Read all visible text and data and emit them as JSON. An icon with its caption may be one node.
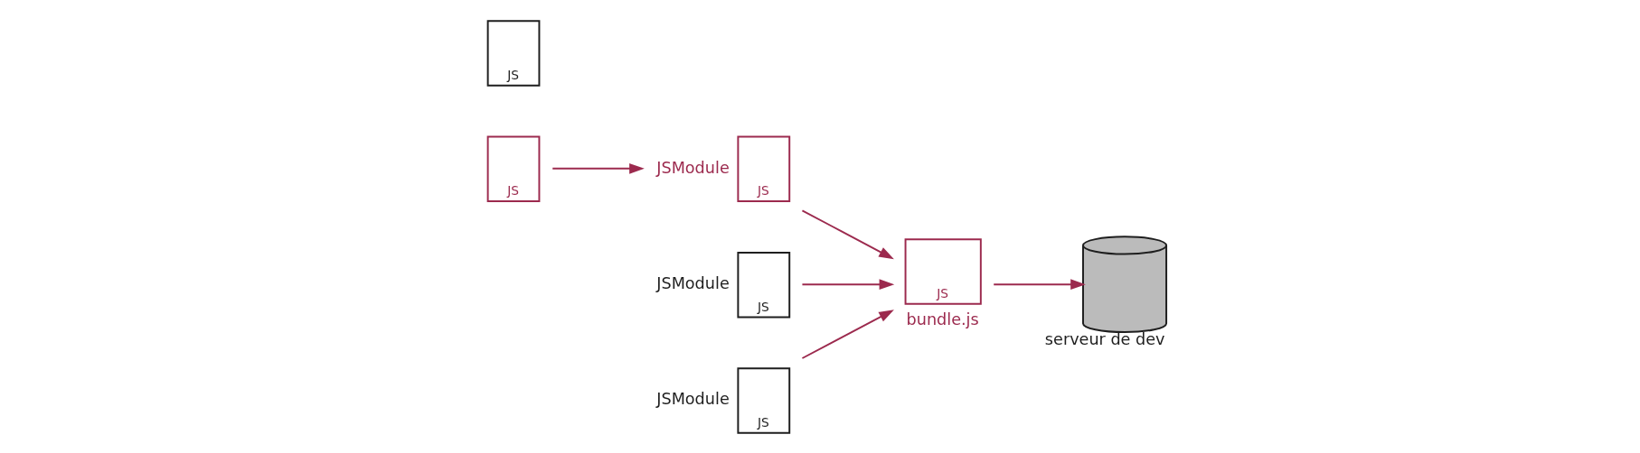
{
  "diagram": {
    "nodes": [
      {
        "text": [
          "JS"
        ]
      },
      {
        "text": [
          "JS"
        ]
      },
      {
        "text": [
          "JS"
        ],
        "beside": [
          "JSModule"
        ]
      },
      {
        "text": [
          "JS"
        ],
        "beside": [
          "JSModule"
        ]
      },
      {
        "text": [
          "JS"
        ],
        "beside": [
          "JSModule"
        ]
      },
      {
        "text": [
          "JS"
        ],
        "beside": [
          "bundle.js"
        ]
      },
      {
        "text": [],
        "shape": "cylinder",
        "beside": [
          "serveur de dev"
        ]
      }
    ],
    "edges": [
      {
        "from": 1,
        "to": 4,
        "arrow": "to"
      },
      {
        "from": 2,
        "to": 5,
        "arrow": "to"
      },
      {
        "from": 3,
        "to": 5,
        "arrow": "to"
      },
      {
        "from": 4,
        "to": 5,
        "arrow": "to"
      },
      {
        "from": 5,
        "to": 6,
        "arrow": "to"
      }
    ]
  }
}
